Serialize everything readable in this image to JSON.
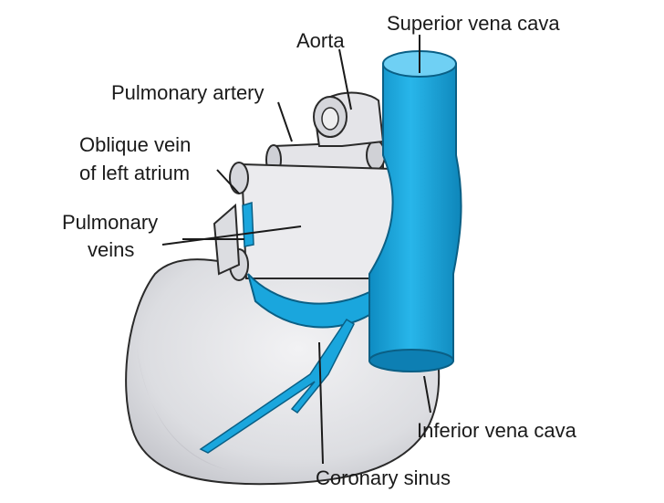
{
  "labels": {
    "aorta": "Aorta",
    "superior_vena_cava": "Superior vena cava",
    "pulmonary_artery": "Pulmonary artery",
    "oblique_vein_line1": "Oblique vein",
    "oblique_vein_line2": "of left atrium",
    "pulmonary_veins_line1": "Pulmonary",
    "pulmonary_veins_line2": "veins",
    "inferior_vena_cava": "Inferior vena cava",
    "coronary_sinus": "Coronary sinus"
  },
  "colors": {
    "vessel_blue": "#1aa6dd",
    "vessel_blue_dark": "#0b7fb0",
    "heart_gray": "#e6e6e9",
    "heart_shade": "#cfd0d6",
    "outline": "#2a2a2a"
  }
}
